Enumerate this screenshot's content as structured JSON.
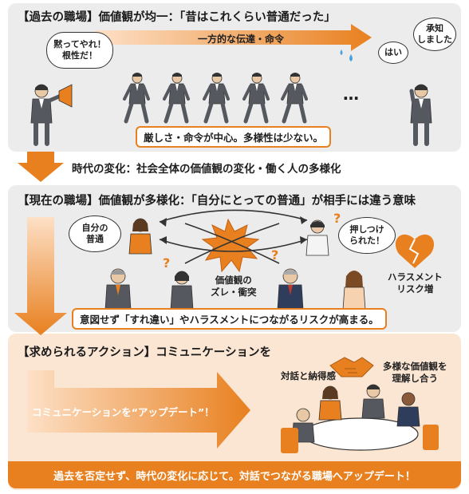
{
  "past": {
    "title": "【過去の職場】価値観が均一：「昔はこれくらい普通だった」",
    "boss_bubble": "黙ってやれ！\n根性だ！",
    "arrow_label": "一方的な伝達・命令",
    "reply_hai": "はい",
    "reply_shouchi": "承知\nしました",
    "ellipsis": "…",
    "caption": "厳しさ・命令が中心。多様性は少ない。"
  },
  "transition": {
    "label": "時代の変化：社会全体の価値観の変化・働く人の多様化"
  },
  "present": {
    "title": "【現在の職場】価値観が多様化：「自分にとっての普通」が相手には違う意味",
    "bubble_left": "自分の\n普通",
    "bubble_right": "押しつけ\nられた！",
    "clash_label": "価値観の\nズレ・衝突",
    "harassment_label": "ハラスメント\nリスク増",
    "caption": "意図せず「すれ違い」やハラスメントにつながるリスクが高まる。"
  },
  "action": {
    "title": "【求められるアクション】コミュニケーションを",
    "arrow_label": "コミュニケーションを“アップデート”！",
    "dialog_label": "対話と納得感",
    "understand_label": "多様な価値観を\n理解し合う"
  },
  "footer": {
    "text": "過去を否定せず、時代の変化に応じて。対話でつながる職場へアップデート！"
  },
  "colors": {
    "accent": "#e8801f",
    "panel_gray": "#ececec",
    "panel_peach": "#fbe5d3",
    "suit": "#55595f",
    "navy": "#2f3d5c",
    "heart": "#e8801f"
  }
}
